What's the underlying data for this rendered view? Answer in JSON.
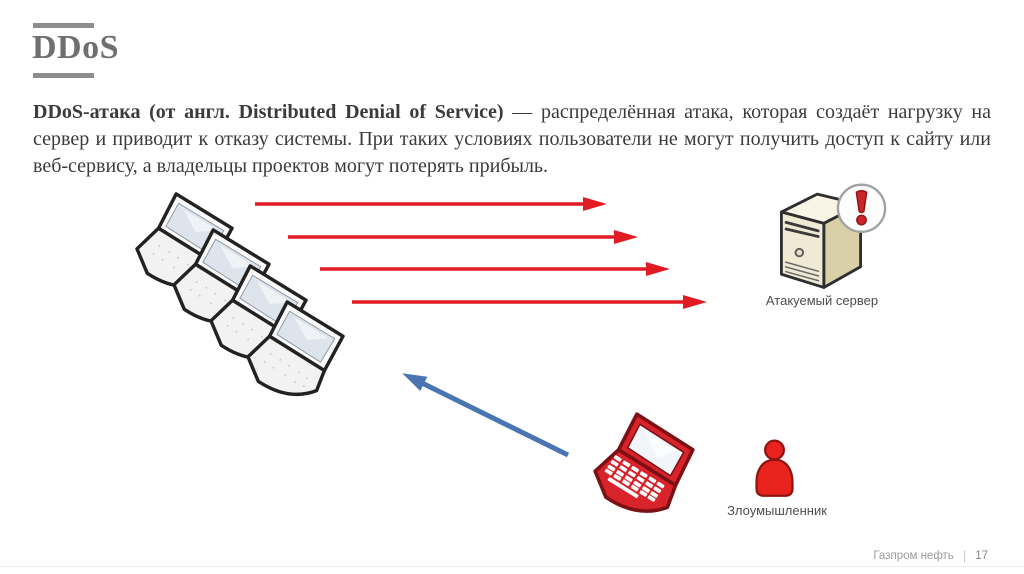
{
  "slide": {
    "title": "DDoS",
    "body": {
      "bold": "DDoS-атака (от англ. Distributed Denial of Service)",
      "regular": " — распределённая атака, которая создаёт нагрузку на сервер и приводит к отказу системы. При таких условиях пользователи не могут получить доступ к сайту или веб-сервису, а владельцы проектов могут потерять прибыль."
    },
    "footer": {
      "brand": "Газпром нефть",
      "separator": "|",
      "page": "17"
    }
  },
  "diagram": {
    "labels": {
      "attacked_server": "Атакуемый сервер",
      "attacker": "Злоумышленник"
    },
    "arrows": {
      "attack": {
        "count": 4,
        "color": "#e01b22",
        "direction": "botnet-to-server"
      },
      "control": {
        "count": 1,
        "color": "#4a74b2",
        "direction": "attacker-to-botnet"
      }
    },
    "icons": {
      "botnet_laptops": {
        "name": "botnet-laptop-icon",
        "count": 4
      },
      "attacked_server": {
        "name": "attacked-server-icon",
        "count": 1
      },
      "warning": {
        "name": "warning-exclamation-icon",
        "count": 1
      },
      "attacker_laptop": {
        "name": "attacker-laptop-icon",
        "count": 1
      },
      "attacker_person": {
        "name": "attacker-person-icon",
        "count": 1
      }
    },
    "colors": {
      "attack_arrow": "#e01b22",
      "control_arrow": "#4a74b2",
      "attacker_red": "#d8232a",
      "server_beige": "#f0e9d4",
      "title_gray": "#6f6f6f"
    }
  }
}
